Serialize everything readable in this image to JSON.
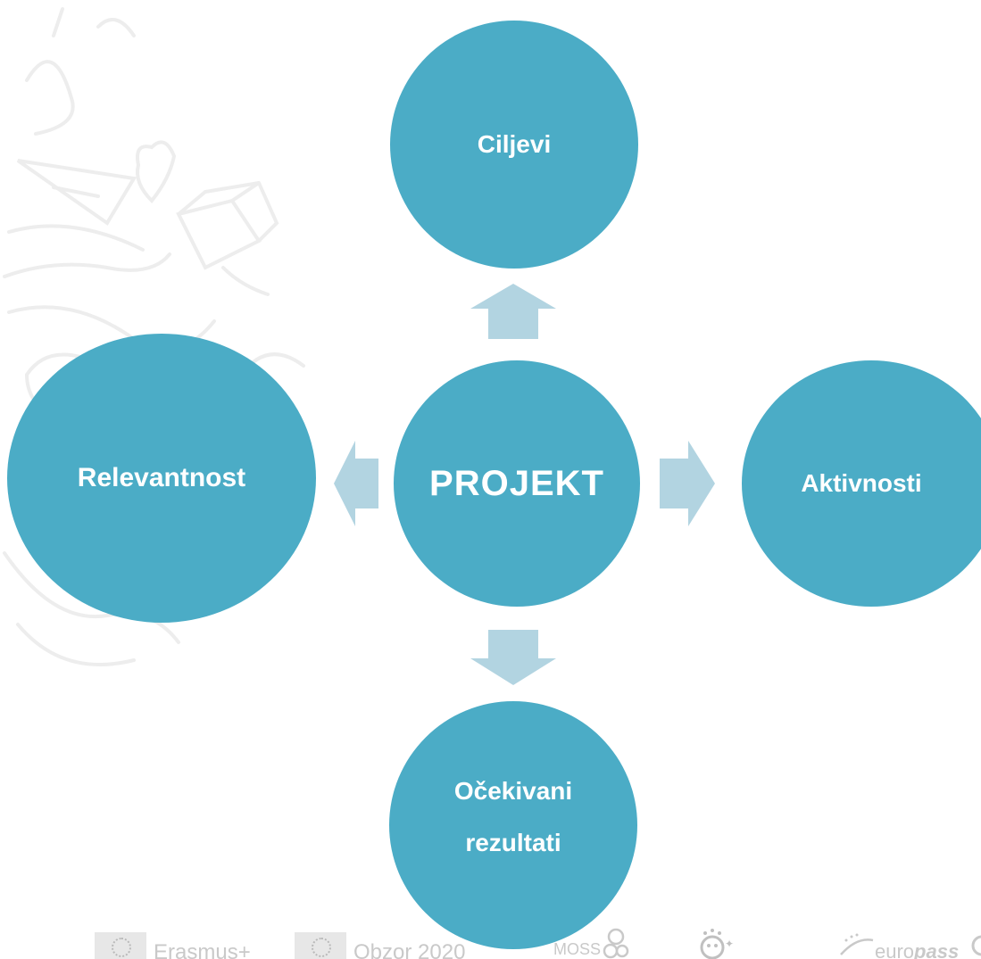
{
  "diagram": {
    "center_label": "PROJEKT",
    "top_label": "Ciljevi",
    "left_label": "Relevantnost",
    "right_label": "Aktivnosti",
    "bottom_label_line1": "Očekivani",
    "bottom_label_line2": "rezultati"
  },
  "colors": {
    "node_fill": "#4BACC6",
    "arrow_fill": "#B2D4E1",
    "text": "#FFFFFF",
    "doodle": "#EDEDED",
    "logo_grey": "#C9C9C9"
  },
  "footer": {
    "logo1": "Erasmus+",
    "logo2": "Obzor 2020",
    "logo3": "MOSS",
    "logo5": "euro",
    "logo5_suffix": "pass"
  }
}
